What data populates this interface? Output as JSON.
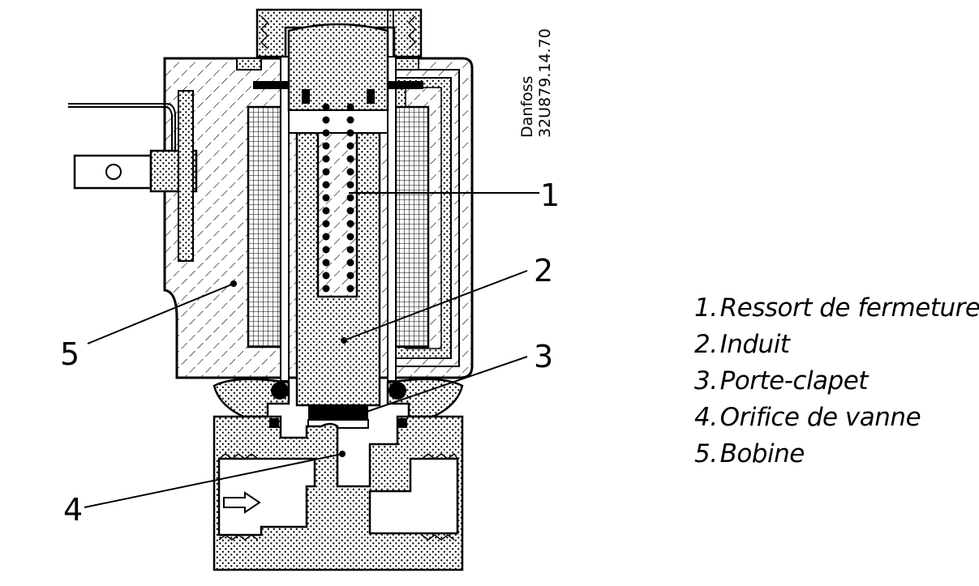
{
  "brand": {
    "name": "Danfoss",
    "code": "32U879.14.70"
  },
  "callouts": [
    "1",
    "2",
    "3",
    "4",
    "5"
  ],
  "legend": [
    {
      "num": "1.",
      "label": "Ressort de fermeture"
    },
    {
      "num": "2.",
      "label": "Induit"
    },
    {
      "num": "3.",
      "label": "Porte-clapet"
    },
    {
      "num": "4.",
      "label": "Orifice de vanne"
    },
    {
      "num": "5.",
      "label": "Bobine"
    }
  ]
}
